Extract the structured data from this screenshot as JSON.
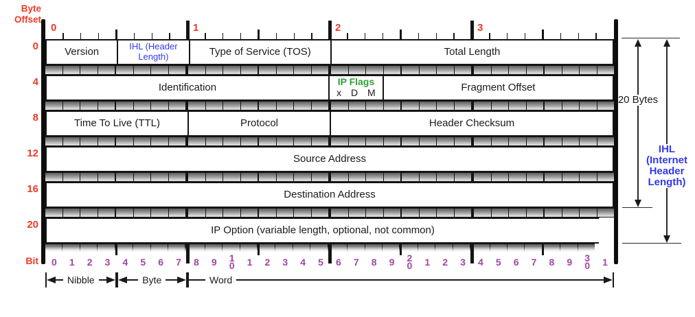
{
  "labels": {
    "byte_offset": "Byte Offset",
    "bit": "Bit",
    "nibble": "Nibble",
    "byte": "Byte",
    "word": "Word",
    "twenty_bytes": "20 Bytes",
    "ihl_annotation": "IHL (Internet Header Length)"
  },
  "top_byte_marks": [
    "0",
    "1",
    "2",
    "3"
  ],
  "rows": [
    {
      "offset": "0",
      "fields": [
        {
          "label": "Version",
          "bits": 4
        },
        {
          "label": "IHL (Header Length)",
          "bits": 4,
          "color": "blue"
        },
        {
          "label": "Type of Service (TOS)",
          "bits": 8
        },
        {
          "label": "Total Length",
          "bits": 16
        }
      ]
    },
    {
      "offset": "4",
      "fields": [
        {
          "label": "Identification",
          "bits": 16
        },
        {
          "label": "IP Flags",
          "flags": "x D M",
          "bits": 3,
          "color": "green"
        },
        {
          "label": "Fragment Offset",
          "bits": 13
        }
      ]
    },
    {
      "offset": "8",
      "fields": [
        {
          "label": "Time To Live (TTL)",
          "bits": 8
        },
        {
          "label": "Protocol",
          "bits": 8
        },
        {
          "label": "Header Checksum",
          "bits": 16
        }
      ]
    },
    {
      "offset": "12",
      "fields": [
        {
          "label": "Source Address",
          "bits": 32
        }
      ]
    },
    {
      "offset": "16",
      "fields": [
        {
          "label": "Destination Address",
          "bits": 32
        }
      ]
    },
    {
      "offset": "20",
      "fields": [
        {
          "label": "IP Option (variable length, optional, not common)",
          "bits": 32,
          "torn": true
        }
      ]
    }
  ],
  "bit_numbers": [
    "0",
    "1",
    "2",
    "3",
    "4",
    "5",
    "6",
    "7",
    "8",
    "9",
    "1\n0",
    "1",
    "2",
    "3",
    "4",
    "5",
    "6",
    "7",
    "8",
    "9",
    "2\n0",
    "1",
    "2",
    "3",
    "4",
    "5",
    "6",
    "7",
    "8",
    "9",
    "3\n0",
    "1"
  ],
  "colors": {
    "red": "#ee3a26",
    "blue": "#3138ec",
    "green": "#2f9e3c",
    "purple": "#a245a2"
  }
}
